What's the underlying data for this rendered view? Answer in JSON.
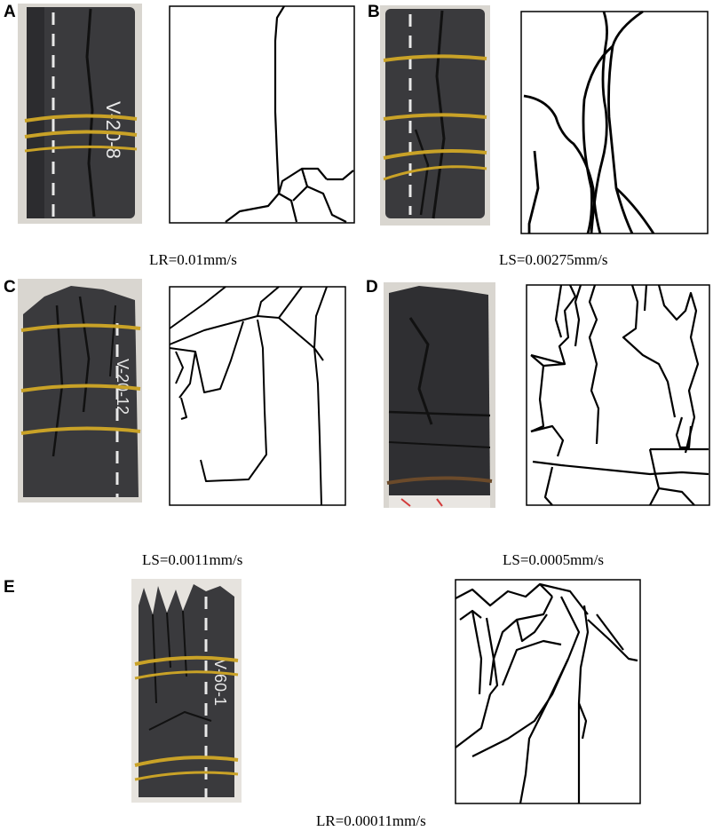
{
  "panels": [
    {
      "letter": "A",
      "caption": "LR=0.01mm/s",
      "specimen_label": "V-20-8"
    },
    {
      "letter": "B",
      "caption": "LS=0.00275mm/s"
    },
    {
      "letter": "C",
      "caption": "LS=0.0011mm/s",
      "specimen_label": "V-20-12"
    },
    {
      "letter": "D",
      "caption": "LS=0.0005mm/s"
    },
    {
      "letter": "E",
      "caption": "LR=0.00011mm/s",
      "specimen_label": "V-60-1"
    }
  ],
  "colors": {
    "rock": "#3a3a3d",
    "rock_dark": "#222225",
    "rubber_band": "#c9a227",
    "marker_line": "#e8e8e8",
    "background_photo": "#d9d6d0",
    "crack_line": "#000000"
  }
}
